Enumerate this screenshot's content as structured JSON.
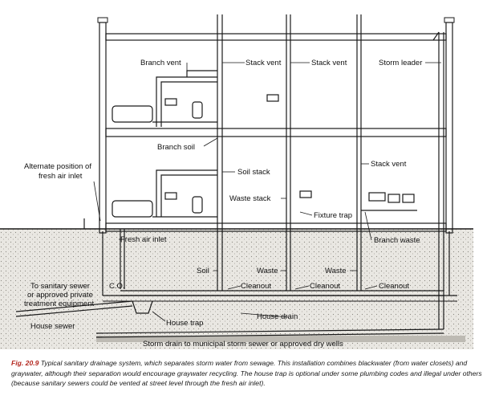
{
  "figure": {
    "labels": {
      "branch_vent": "Branch vent",
      "stack_vent_1": "Stack vent",
      "stack_vent_2": "Stack vent",
      "storm_leader": "Storm leader",
      "branch_soil": "Branch soil",
      "alternate_position": "Alternate position of",
      "alternate_position_2": "fresh air inlet",
      "soil_stack": "Soil stack",
      "stack_vent_3": "Stack vent",
      "waste_stack": "Waste stack",
      "fixture_trap": "Fixture trap",
      "fresh_air_inlet": "Fresh air inlet",
      "branch_waste": "Branch waste",
      "soil": "Soil",
      "waste_1": "Waste",
      "waste_2": "Waste",
      "cleanout_1": "Cleanout",
      "cleanout_2": "Cleanout",
      "cleanout_3": "Cleanout",
      "to_sanitary_sewer_1": "To sanitary sewer",
      "to_sanitary_sewer_2": "or approved private",
      "to_sanitary_sewer_3": "treatment equipment",
      "co": "C.O.",
      "house_drain": "House drain",
      "house_trap": "House trap",
      "house_sewer": "House sewer",
      "storm_drain": "Storm drain to municipal storm sewer or approved dry wells"
    }
  },
  "caption": {
    "number": "Fig. 20.9",
    "text": "Typical sanitary drainage system, which separates storm water from sewage. This installation combines blackwater (from water closets) and graywater, although their separation would encourage graywater recycling. The house trap is optional under some plumbing codes and illegal under others (because sanitary sewers could be vented at street level through the fresh air inlet)."
  },
  "colors": {
    "line": "#1a1a1a",
    "ground": "#e6e4df",
    "caption_accent": "#b3261e"
  }
}
